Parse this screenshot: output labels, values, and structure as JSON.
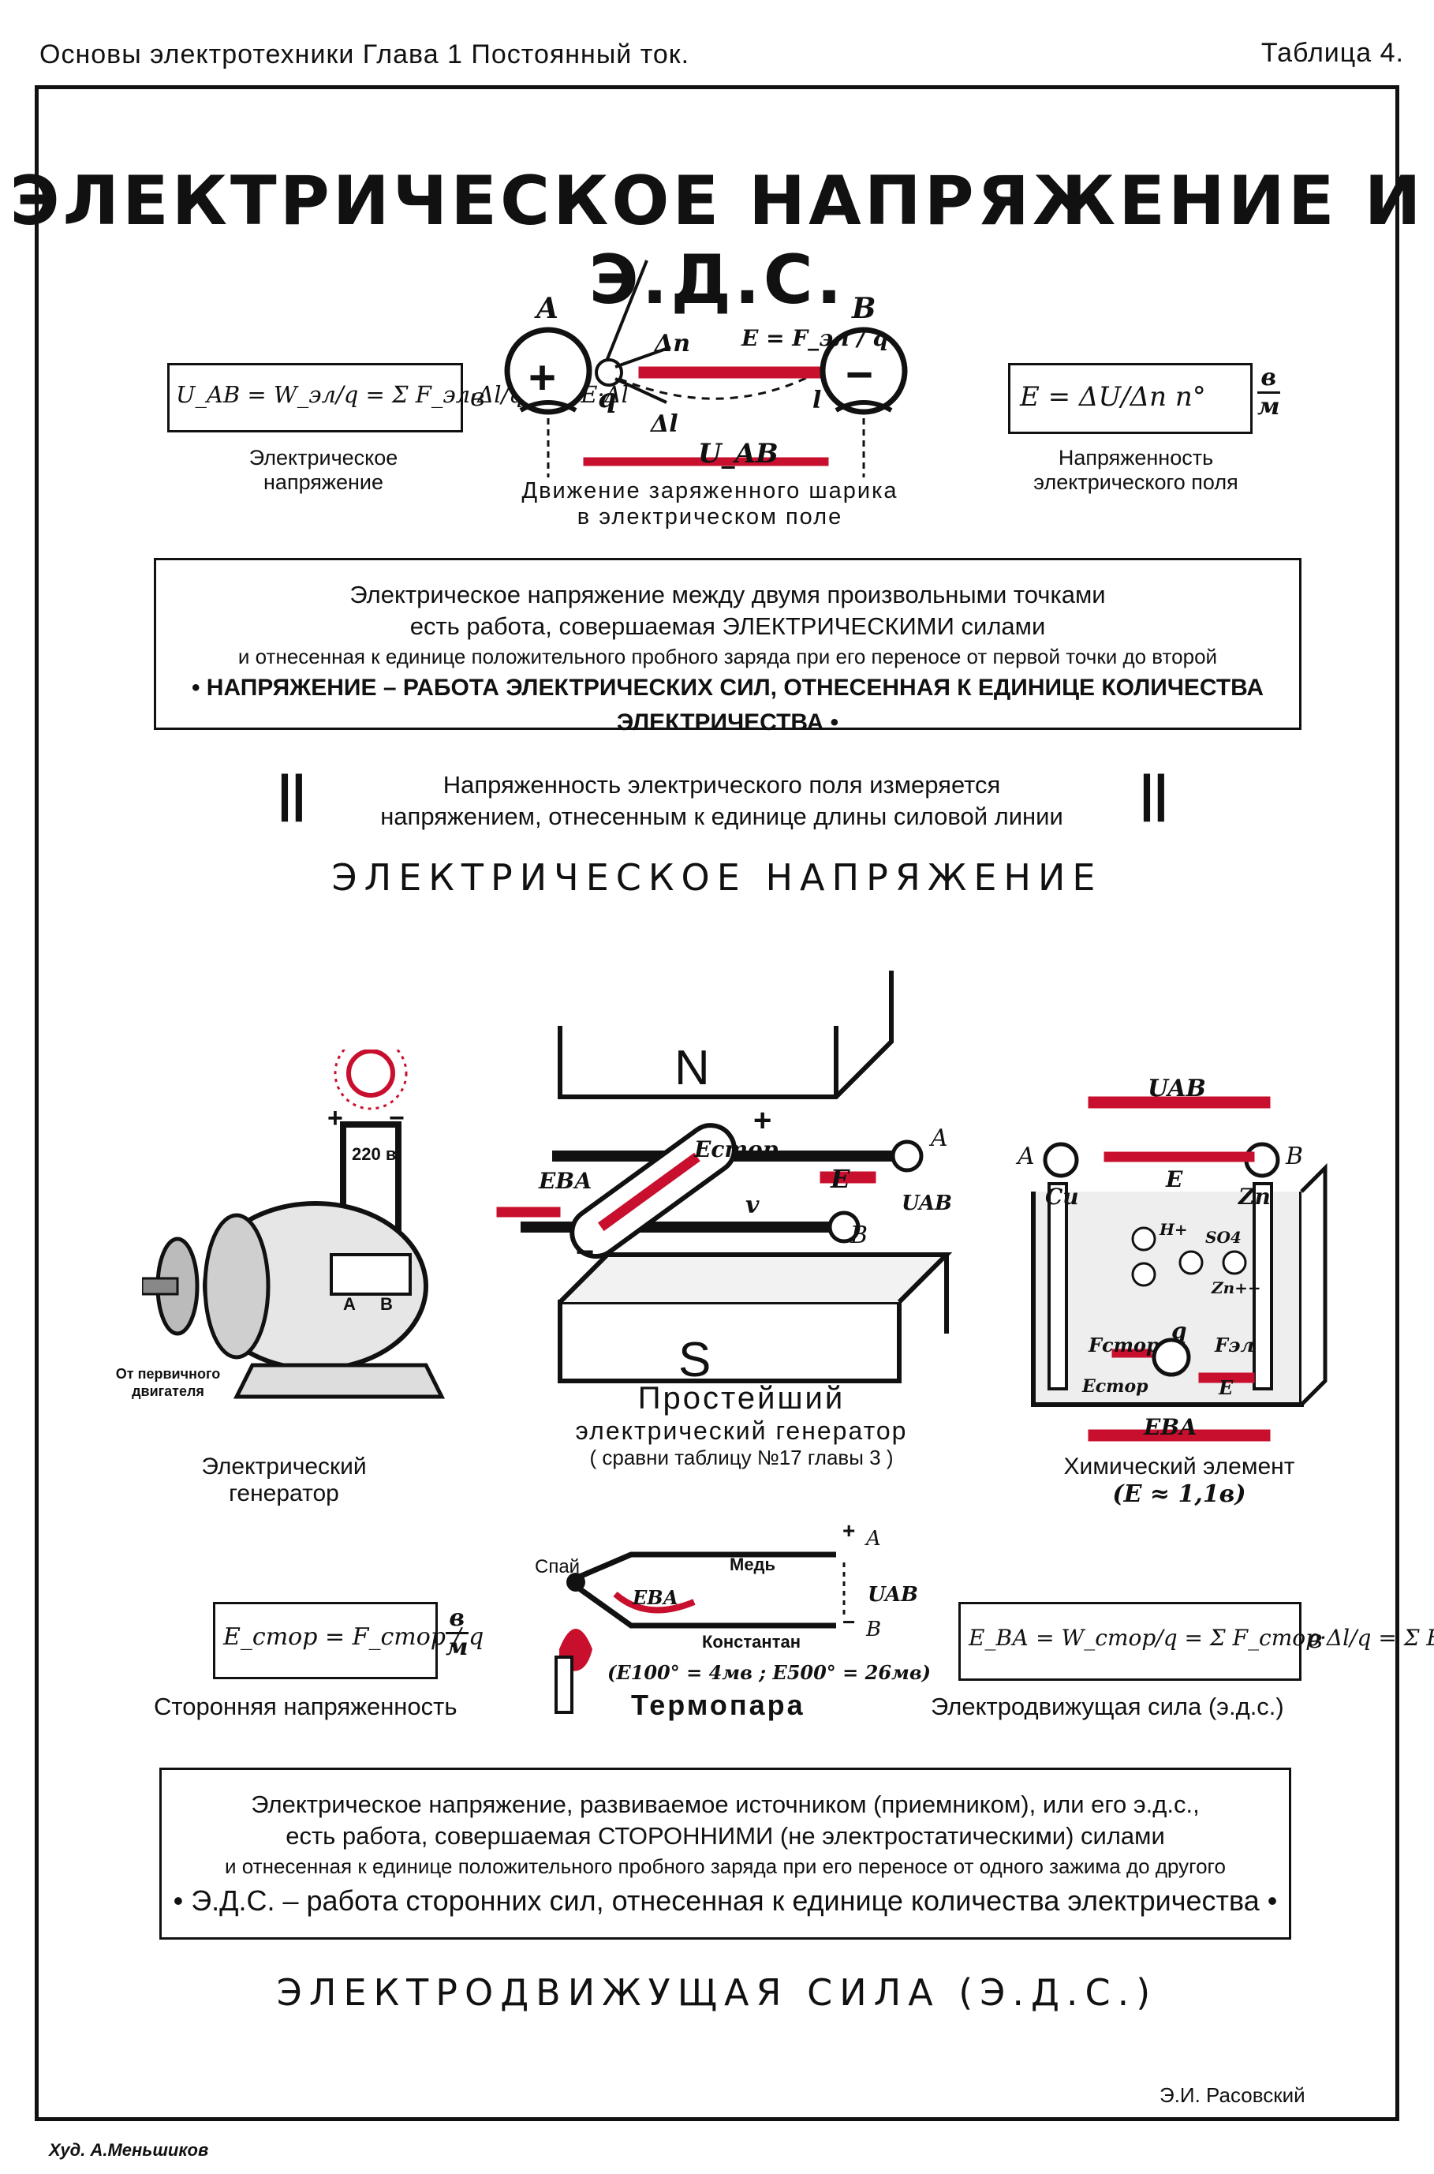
{
  "header": {
    "left": "Основы электротехники  Глава 1   Постоянный  ток.",
    "right": "Таблица 4."
  },
  "title": "ЭЛЕКТРИЧЕСКОЕ НАПРЯЖЕНИЕ И Э.Д.С.",
  "top": {
    "voltage_formula": "U_AB = W_эл/q = Σ F_эл·Δl/q = Σ E·Δl",
    "voltage_unit": "в",
    "voltage_caption_1": "Электрическое",
    "voltage_caption_2": "напряжение",
    "ball_caption_1": "Движение заряженного шарика",
    "ball_caption_2": "в электрическом поле",
    "label_A": "A",
    "label_B": "B",
    "label_q": "q",
    "label_dn": "Δn",
    "label_dl": "Δl",
    "label_l": "l",
    "label_E": "E = F_эл / q",
    "label_UAB": "U_AB",
    "plus": "+",
    "minus": "−",
    "field_formula": "E = ΔU/Δn n°",
    "field_unit_top": "в",
    "field_unit_bottom": "м",
    "field_caption_1": "Напряженность",
    "field_caption_2": "электрического поля"
  },
  "definition_voltage": {
    "line1": "Электрическое напряжение между двумя произвольными точками",
    "line2": "есть работа, совершаемая ЭЛЕКТРИЧЕСКИМИ силами",
    "line3": "и отнесенная к единице положительного пробного заряда при его переносе от первой точки до второй",
    "line4": "• НАПРЯЖЕНИЕ – РАБОТА ЭЛЕКТРИЧЕСКИХ СИЛ, ОТНЕСЕННАЯ К ЕДИНИЦЕ КОЛИЧЕСТВА ЭЛЕКТРИЧЕСТВА •"
  },
  "field_note": {
    "line1": "Напряженность электрического поля измеряется",
    "line2": "напряжением, отнесенным к единице длины силовой линии",
    "bar": "||"
  },
  "section1": "ЭЛЕКТРИЧЕСКОЕ НАПРЯЖЕНИЕ",
  "generator": {
    "lamp_voltage": "220 в",
    "plus": "+",
    "minus": "−",
    "terminal_A": "A",
    "terminal_B": "B",
    "motor_label_1": "От первичного",
    "motor_label_2": "двигателя",
    "caption_1": "Электрический",
    "caption_2": "генератор"
  },
  "simple_generator": {
    "N": "N",
    "S": "S",
    "E_stor": "Eстор",
    "E_BA": "ЕВА",
    "v": "v",
    "E": "E",
    "U_AB": "UAB",
    "A": "A",
    "B": "B",
    "plus": "+",
    "minus": "−",
    "caption_1": "Простейший",
    "caption_2": "электрический генератор",
    "caption_3": "( сравни таблицу №17 главы 3 )"
  },
  "chem_cell": {
    "U_AB": "UAB",
    "A": "A",
    "B": "B",
    "Cu": "Cu",
    "Zn": "Zn",
    "E": "E",
    "H": "H+",
    "SO4": "SO4",
    "Zn_ion": "Zn++",
    "q": "q",
    "F_stor": "Fстор",
    "F_el": "Fэл",
    "E_stor": "Eстор",
    "E_bottom": "E",
    "E_BA": "ЕВА",
    "caption_1": "Химический элемент",
    "caption_2": "(Е ≈ 1,1в)"
  },
  "third_party": {
    "formula": "E_стор = F_стор / q",
    "unit_top": "в",
    "unit_bottom": "м",
    "caption": "Сторонняя напряженность"
  },
  "thermocouple": {
    "spai": "Спай",
    "copper": "Медь",
    "constantan": "Константан",
    "E_BA": "ЕВА",
    "U_AB": "UAB",
    "A": "A",
    "B": "B",
    "plus": "+",
    "minus": "−",
    "values": "(Е100° = 4мв ; Е500° = 26мв)",
    "caption": "Термопара"
  },
  "emf": {
    "formula": "Е_ВА = W_стор/q = Σ F_стор·Δl/q = Σ E·Δl",
    "unit": "в",
    "caption": "Электродвижущая сила (э.д.с.)"
  },
  "definition_emf": {
    "line1": "Электрическое напряжение, развиваемое источником (приемником), или его э.д.с.,",
    "line2": "есть работа, совершаемая СТОРОННИМИ (не электростатическими) силами",
    "line3": "и отнесенная к единице положительного пробного заряда при его переносе от одного зажима до другого",
    "line4": "• Э.Д.С. – работа сторонних сил, отнесенная к единице количества электричества •"
  },
  "section2": "ЭЛЕКТРОДВИЖУЩАЯ СИЛА (Э.Д.С.)",
  "author": "Э.И. Расовский",
  "artist": "Худ. А.Меньшиков",
  "colors": {
    "accent": "#c8102e",
    "ink": "#111111"
  }
}
